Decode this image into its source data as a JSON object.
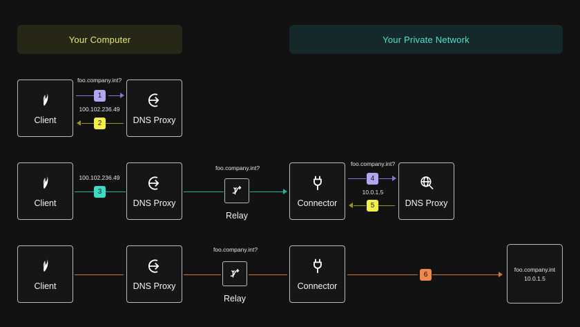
{
  "banners": {
    "left": {
      "label": "Your Computer",
      "color": "#eae672",
      "bg": "#262716"
    },
    "right": {
      "label": "Your Private Network",
      "color": "#4fe3d0",
      "bg": "#15292a"
    }
  },
  "rows": [
    {
      "id": "row-1",
      "nodes": [
        {
          "name": "client",
          "label": "Client",
          "icon": "leaf-icon"
        },
        {
          "name": "dns-proxy",
          "label": "DNS Proxy",
          "icon": "sign-in-icon"
        }
      ],
      "edges": [
        {
          "label": "foo.company.int?",
          "badge": "1",
          "badge_color": "#b3a6f0",
          "direction": "right",
          "line_color": "#7b7bd6"
        },
        {
          "label": "100.102.236.49",
          "badge": "2",
          "badge_color": "#f2ef4a",
          "direction": "left",
          "line_color": "#9a9422"
        }
      ]
    },
    {
      "id": "row-2",
      "nodes": [
        {
          "name": "client",
          "label": "Client",
          "icon": "leaf-icon"
        },
        {
          "name": "dns-proxy",
          "label": "DNS Proxy",
          "icon": "sign-in-icon"
        },
        {
          "name": "relay",
          "label": "Relay",
          "icon": "shuffle-icon"
        },
        {
          "name": "connector",
          "label": "Connector",
          "icon": "plug-icon"
        },
        {
          "name": "dns-proxy-remote",
          "label": "DNS Proxy",
          "icon": "globe-search-icon"
        }
      ],
      "edges": [
        {
          "label": "100.102.236.49",
          "badge": "3",
          "badge_color": "#3ddbc4",
          "direction": "right",
          "line_color": "#1fb5a0"
        },
        {
          "label": "foo.company.int?",
          "badge": "",
          "badge_color": "",
          "direction": "right",
          "line_color": "#1fb5a0"
        },
        {
          "label": "foo.company.int?",
          "badge": "4",
          "badge_color": "#b3a6f0",
          "direction": "right",
          "line_color": "#7b7bd6"
        },
        {
          "label": "10.0.1.5",
          "badge": "5",
          "badge_color": "#f2ef4a",
          "direction": "left",
          "line_color": "#9a9422"
        }
      ]
    },
    {
      "id": "row-3",
      "nodes": [
        {
          "name": "client",
          "label": "Client",
          "icon": "leaf-icon"
        },
        {
          "name": "dns-proxy",
          "label": "DNS Proxy",
          "icon": "sign-in-icon"
        },
        {
          "name": "relay",
          "label": "Relay",
          "icon": "shuffle-icon"
        },
        {
          "name": "connector",
          "label": "Connector",
          "icon": "plug-icon"
        }
      ],
      "edges": [
        {
          "label": "",
          "badge": "",
          "badge_color": "",
          "direction": "right",
          "line_color": "#d1763c"
        },
        {
          "label": "foo.company.int?",
          "badge": "",
          "badge_color": "",
          "direction": "right",
          "line_color": "#d1763c"
        },
        {
          "label": "",
          "badge": "6",
          "badge_color": "#f08a4b",
          "direction": "right",
          "line_color": "#d1763c"
        }
      ],
      "destination": {
        "host": "foo.company.int",
        "ip": "10.0.1.5"
      }
    }
  ],
  "labels": {
    "client": "Client",
    "dns_proxy": "DNS Proxy",
    "relay": "Relay",
    "connector": "Connector",
    "query": "foo.company.int?",
    "tailscale_ip": "100.102.236.49",
    "private_ip": "10.0.1.5",
    "dest_host": "foo.company.int",
    "dest_ip": "10.0.1.5"
  },
  "badges": {
    "one": "1",
    "two": "2",
    "three": "3",
    "four": "4",
    "five": "5",
    "six": "6"
  }
}
